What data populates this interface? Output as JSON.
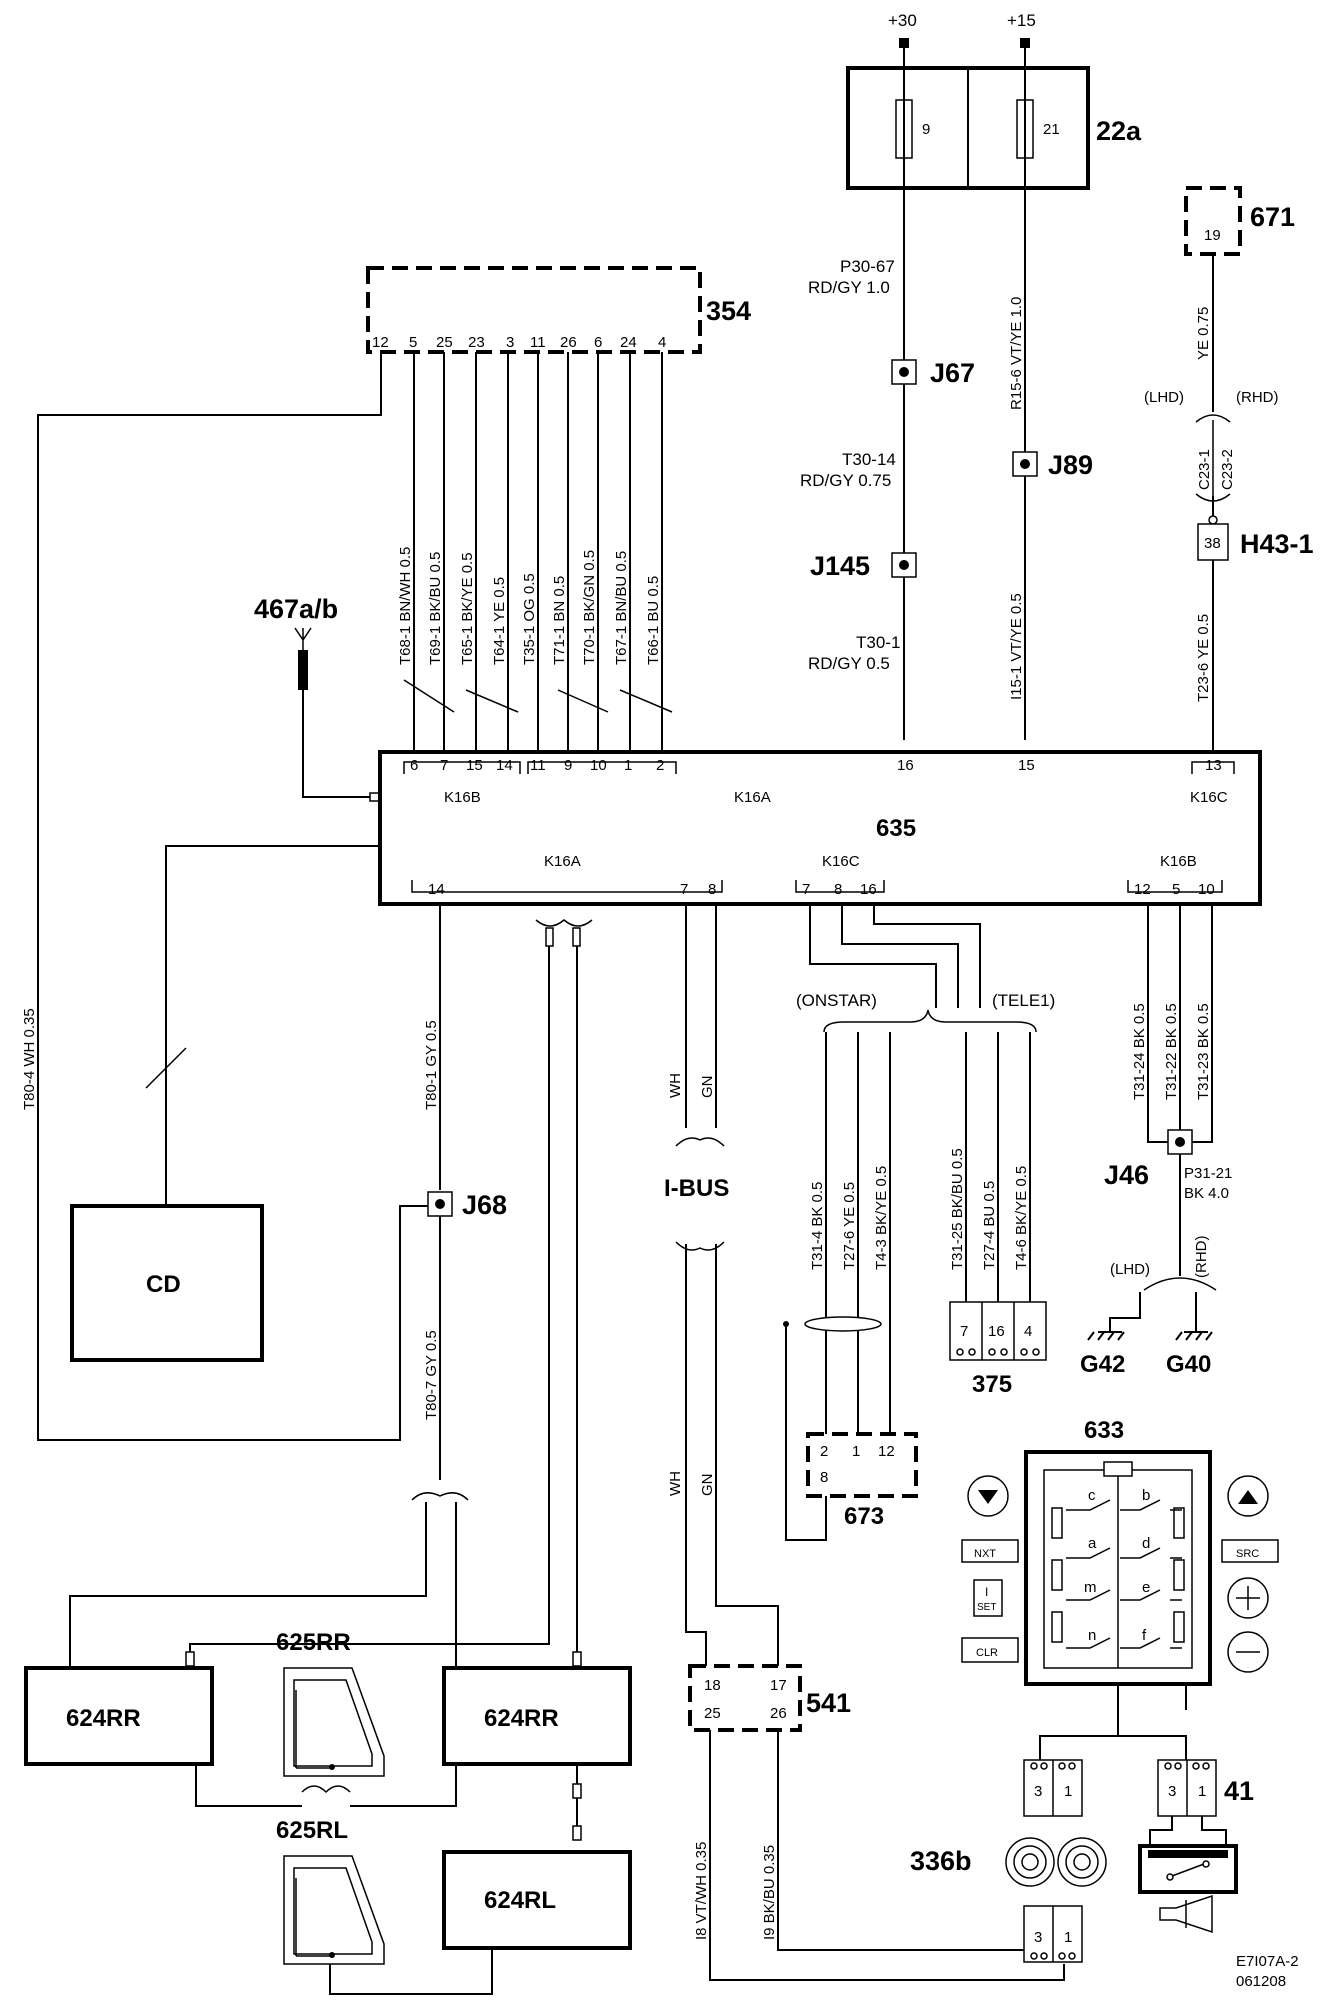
{
  "supply": {
    "plus30": "+30",
    "plus15": "+15"
  },
  "fuse_box": {
    "id": "22a",
    "fuse_a": "9",
    "fuse_b": "21"
  },
  "wires_top": {
    "p30_67": "P30-67",
    "p30_67_spec": "RD/GY 1.0",
    "r15_6": "R15-6  VT/YE  1.0",
    "t30_14": "T30-14",
    "t30_14_spec": "RD/GY 0.75",
    "i15_1": "I15-1  VT/YE  0.5",
    "t30_1": "T30-1",
    "t30_1_spec": "RD/GY  0.5",
    "ye075": "YE  0.75",
    "t23_6": "T23-6  YE  0.5"
  },
  "junctions": {
    "j67": "J67",
    "j89": "J89",
    "j145": "J145",
    "j68": "J68",
    "j46": "J46"
  },
  "comp671": {
    "id": "671",
    "pin": "19"
  },
  "c23": {
    "lhd": "(LHD)",
    "rhd": "(RHD)",
    "c1": "C23-1",
    "c2": "C23-2"
  },
  "h43": {
    "id": "H43-1",
    "pin": "38"
  },
  "comp354": {
    "id": "354",
    "pins": [
      "12",
      "5",
      "25",
      "23",
      "3",
      "11",
      "26",
      "6",
      "24",
      "4"
    ]
  },
  "wires354": [
    "T68-1 BN/WH  0.5",
    "T69-1 BK/BU  0.5",
    "T65-1 BK/YE  0.5",
    "T64-1  YE  0.5",
    "T35-1  OG  0.5",
    "T71-1  BN  0.5",
    "T70-1  BK/GN  0.5",
    "T67-1  BN/BU  0.5",
    "T66-1  BU  0.5"
  ],
  "antenna": {
    "id": "467a/b"
  },
  "module635": {
    "id": "635",
    "top_pins_b": [
      "6",
      "7",
      "15",
      "14"
    ],
    "top_pins_a": [
      "11",
      "9",
      "10",
      "1",
      "2"
    ],
    "top_pin16": "16",
    "top_pin15": "15",
    "top_pin13": "13",
    "k16b": "K16B",
    "k16a": "K16A",
    "k16c": "K16C",
    "bot_k16a": "K16A",
    "bot_k16c": "K16C",
    "bot_k16b": "K16B",
    "bot_pin14": "14",
    "bot_pin7": "7",
    "bot_pin8": "8",
    "bot_k16c_pins": [
      "7",
      "8",
      "16"
    ],
    "bot_k16b_pins": [
      "12",
      "5",
      "10"
    ]
  },
  "left_wires": {
    "t80_4": "T80-4   WH  0.35",
    "t80_1": "T80-1      GY  0.5",
    "t80_7": "T80-7      GY  0.5"
  },
  "cd": {
    "label": "CD"
  },
  "ibus": {
    "label": "I-BUS",
    "wh": "WH",
    "gn": "GN",
    "wh2": "WH",
    "gn2": "GN"
  },
  "onstar": {
    "label": "(ONSTAR)",
    "wires": [
      "T31-4  BK  0.5",
      "T27-6  YE  0.5",
      "T4-3  BK/YE  0.5"
    ]
  },
  "tele1": {
    "label": "(TELE1)",
    "wires": [
      "T31-25  BK/BU  0.5",
      "T27-4  BU  0.5",
      "T4-6  BK/YE  0.5"
    ]
  },
  "ground_wires": [
    "T31-24  BK  0.5",
    "T31-22  BK  0.5",
    "T31-23  BK  0.5"
  ],
  "p31_21": {
    "a": "P31-21",
    "b": "BK 4.0"
  },
  "grounds": {
    "lhd": "(LHD)",
    "rhd": "(RHD)",
    "g42": "G42",
    "g40": "G40"
  },
  "comp375": {
    "id": "375",
    "pins": [
      "7",
      "16",
      "4"
    ]
  },
  "comp673": {
    "id": "673",
    "pins": [
      "2",
      "1",
      "12"
    ],
    "pin8": "8"
  },
  "comp633": {
    "id": "633",
    "switches": [
      "c",
      "b",
      "a",
      "d",
      "m",
      "e",
      "n",
      "f"
    ],
    "btn_nxt": "NXT",
    "btn_set_a": "I",
    "btn_set_b": "SET",
    "btn_src": "SRC",
    "btn_clr": "CLR"
  },
  "comp541": {
    "id": "541",
    "pins": [
      "18",
      "17",
      "25",
      "26"
    ]
  },
  "speakers": {
    "rr_left": "624RR",
    "rr_right": "624RR",
    "rl": "624RL",
    "tw_rr": "625RR",
    "tw_rl": "625RL"
  },
  "bottom_wires": {
    "i8": "I8  VT/WH  0.35",
    "i9": "I9  BK/BU  0.35"
  },
  "horn": {
    "id": "336b",
    "pins_top": [
      "3",
      "1"
    ],
    "pins_bot": [
      "3",
      "1"
    ]
  },
  "relay41": {
    "id": "41",
    "pins": [
      "3",
      "1"
    ]
  },
  "footer": {
    "code": "E7I07A-2",
    "date": "061208"
  }
}
